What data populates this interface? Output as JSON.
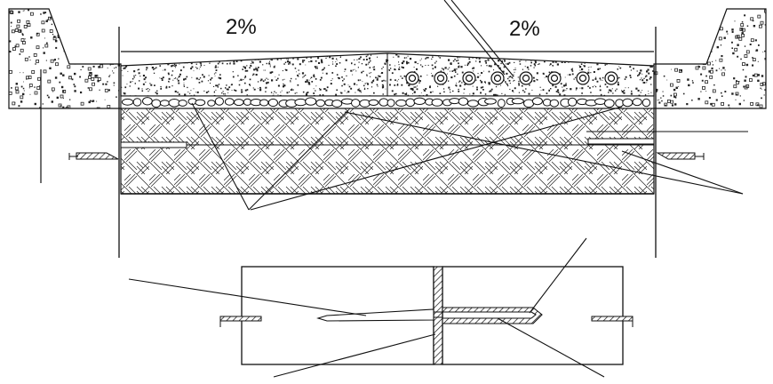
{
  "title": "",
  "labels": {
    "slope_left": "2%",
    "slope_right": "2%"
  },
  "counts": {
    "dowel_bars": 8,
    "stones": 58
  },
  "colors": {
    "line": "#111111",
    "fill": "#ffffff",
    "speckle": "#222222"
  }
}
